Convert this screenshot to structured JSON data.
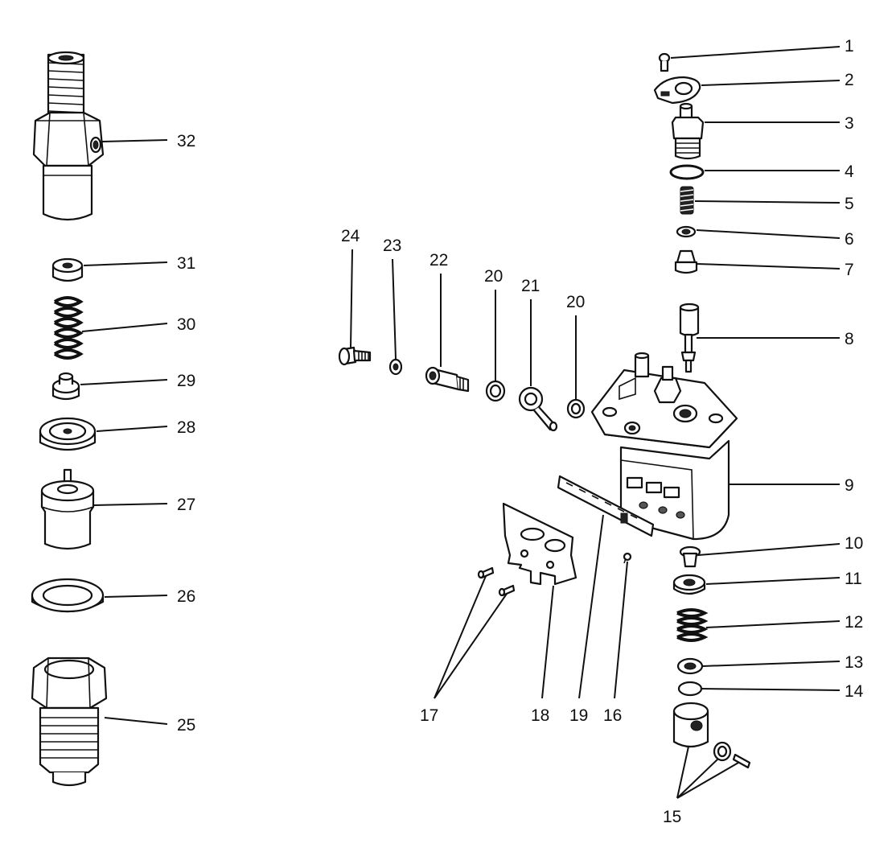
{
  "diagram": {
    "type": "exploded-parts-diagram",
    "callouts": {
      "n1": "1",
      "n2": "2",
      "n3": "3",
      "n4": "4",
      "n5": "5",
      "n6": "6",
      "n7": "7",
      "n8": "8",
      "n9": "9",
      "n10": "10",
      "n11": "11",
      "n12": "12",
      "n13": "13",
      "n14": "14",
      "n15": "15",
      "n16": "16",
      "n17": "17",
      "n18": "18",
      "n19": "19",
      "n20a": "20",
      "n20b": "20",
      "n21": "21",
      "n22": "22",
      "n23": "23",
      "n24": "24",
      "n25": "25",
      "n26": "26",
      "n27": "27",
      "n28": "28",
      "n29": "29",
      "n30": "30",
      "n31": "31",
      "n32": "32"
    }
  }
}
